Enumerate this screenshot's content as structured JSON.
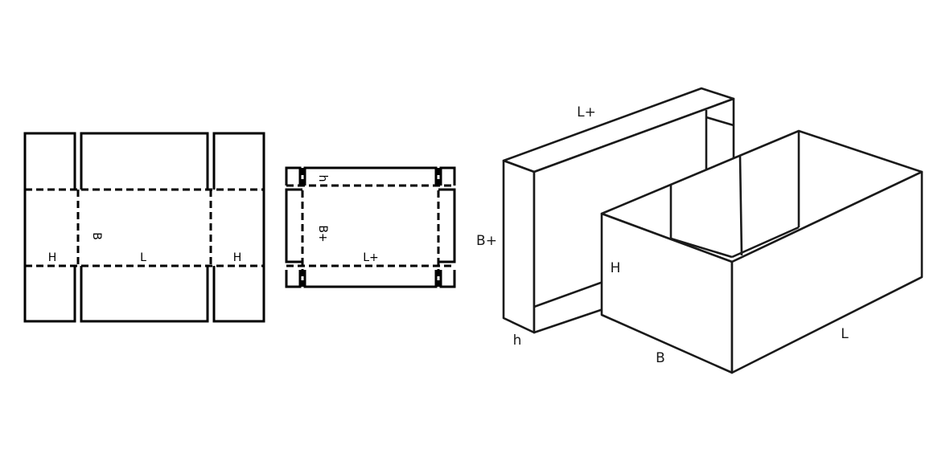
{
  "diagram": {
    "blank_bottom": {
      "label_h_left": "H",
      "label_b": "B",
      "label_l": "L",
      "label_h_right": "H"
    },
    "blank_lid": {
      "label_h": "h",
      "label_b": "B+",
      "label_l": "L+"
    },
    "box_3d": {
      "lid_length": "L+",
      "lid_width": "B+",
      "lid_height": "h",
      "bottom_height": "H",
      "bottom_width": "B",
      "bottom_length": "L"
    }
  }
}
